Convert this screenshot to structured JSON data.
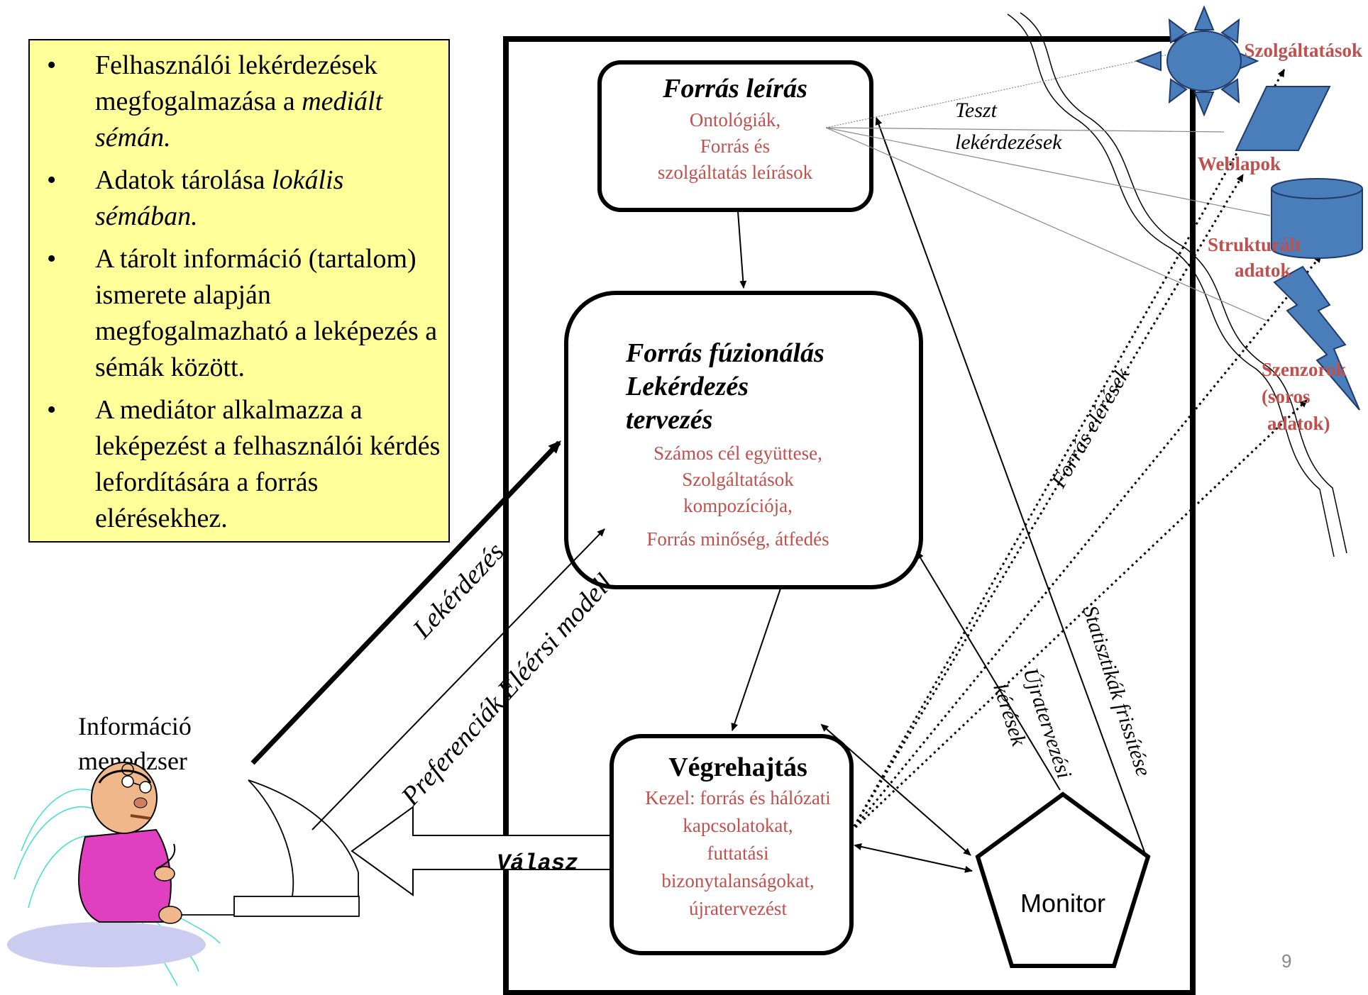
{
  "bullets": [
    {
      "text": "Felhasználói lekérdezések megfogalmazása a ",
      "em": "mediált sémán."
    },
    {
      "text": "Adatok tárolása ",
      "em": "lokális sémában."
    },
    {
      "text": "A tárolt információ (tartalom) ismerete alapján megfogalmazható a leképezés a sémák között.",
      "em": ""
    },
    {
      "text": "A mediátor alkalmazza a leképezést a felhasználói kérdés lefordítására a forrás elérésekhez.",
      "em": ""
    }
  ],
  "boxes": {
    "source_description": {
      "title": "Forrás leírás",
      "lines": [
        "Ontológiák,",
        "Forrás és",
        "szolgáltatás leírások"
      ]
    },
    "fusion": {
      "title_lines": [
        "Forrás fúzionálás",
        "Lekérdezés",
        "tervezés"
      ],
      "lines": [
        "Számos cél együttese,",
        "Szolgáltatások",
        "kompozíciója,",
        "Forrás minőség, átfedés"
      ]
    },
    "execution": {
      "title": "Végrehajtás",
      "lines": [
        "Kezel: forrás és hálózati",
        "kapcsolatokat,",
        "futtatási",
        "bizonytalanságokat,",
        "újratervezést"
      ]
    },
    "monitor": {
      "label": "Monitor"
    }
  },
  "labels": {
    "query": "Lekérdezés",
    "preferences": "Preferenciák Eléérsi modell",
    "answer": "Válasz",
    "test_queries_1": "Teszt",
    "test_queries_2": "lekérdezések",
    "source_access": "Forrás elérések",
    "replan_1": "Újratervezési",
    "replan_2": "kérések",
    "stats_update": "Statisztikák frissítése",
    "user_1": "Információ",
    "user_2": "menedzser"
  },
  "sources": {
    "services": "Szolgáltatások",
    "webpages": "Weblapok",
    "structured_1": "Strukturált",
    "structured_2": "adatok",
    "sensors_1": "Szenzorok",
    "sensors_2": "(soros",
    "sensors_3": "adatok)"
  },
  "page_number": "9",
  "colors": {
    "accent_text": "#c0504d",
    "shape_fill": "#4a7ebb",
    "bullet_bg": "#ffff99"
  }
}
